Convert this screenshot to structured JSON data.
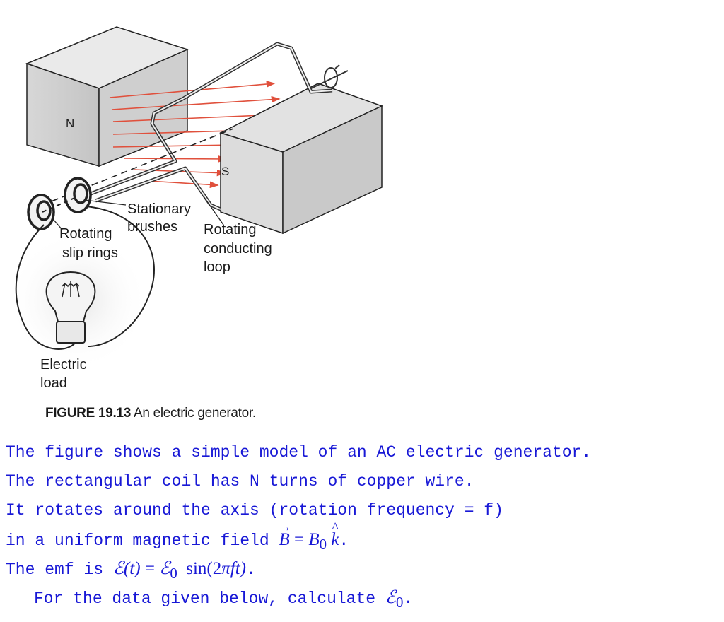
{
  "figure": {
    "pole_north": "N",
    "pole_south": "S",
    "label_rotating_slip_rings_1": "Rotating",
    "label_rotating_slip_rings_2": "slip rings",
    "label_stationary_brushes_1": "Stationary",
    "label_stationary_brushes_2": "brushes",
    "label_rotating_loop_1": "Rotating",
    "label_rotating_loop_2": "conducting",
    "label_rotating_loop_3": "loop",
    "label_electric_load_1": "Electric",
    "label_electric_load_2": "load",
    "rotation_icon": "rotation-arrow-icon",
    "field_arrow_color": "#e0503c"
  },
  "caption": {
    "number": "FIGURE 19.13",
    "text": " An electric generator."
  },
  "problem": {
    "line1": "The figure shows a simple model of an AC electric generator.",
    "line2": "The rectangular coil has N turns of copper wire.",
    "line3": "It rotates around the axis (rotation frequency = f)",
    "line4_prefix": "in a uniform magnetic field ",
    "line4_suffix": ".",
    "line5_prefix": "The emf is ",
    "line5_suffix": ".",
    "line6_prefix": "For the data given below, calculate ",
    "line6_suffix": ".",
    "text_color": "#1818d6"
  },
  "math": {
    "B": "B",
    "eq": " = ",
    "B0": "B",
    "sub0": "0",
    "k": "k",
    "emf": "ℰ",
    "t_open": "(t)",
    "emf0": "ℰ",
    "sin": "sin(2",
    "pi": "π",
    "ft": "ft)",
    "emf_calc": "ℰ"
  }
}
